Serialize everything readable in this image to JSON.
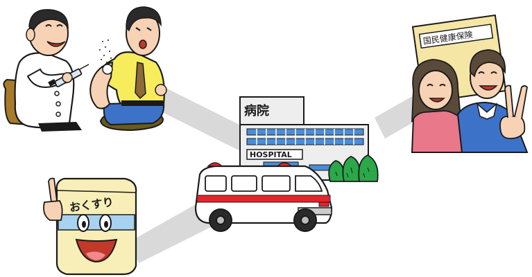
{
  "hospital": {
    "sign_kanji": "病院",
    "sign_english": "HOSPITAL"
  },
  "insurance_card": {
    "text": "国民健康保険"
  },
  "medicine_bag": {
    "text": "おくすり"
  },
  "colors": {
    "connector": "#d9d9d9",
    "hospital_wall": "#eeeeee",
    "window_blue": "#4a8cd6",
    "ambulance_red": "#e8232a",
    "card_yellow": "#f5e6a6",
    "bag_yellow": "#f8efb8",
    "bag_band": "#a8d2ef",
    "shirt_yellow": "#f6ec5c",
    "sweater_pink": "#e8788a",
    "sweater_blue": "#3d72c9",
    "tree_green": "#2aa84a"
  },
  "icons": [
    "syringe-icon",
    "ambulance-icon",
    "hospital-building-icon",
    "insurance-card-icon",
    "medicine-bag-icon",
    "peace-sign-hand-icon",
    "trees-icon"
  ]
}
